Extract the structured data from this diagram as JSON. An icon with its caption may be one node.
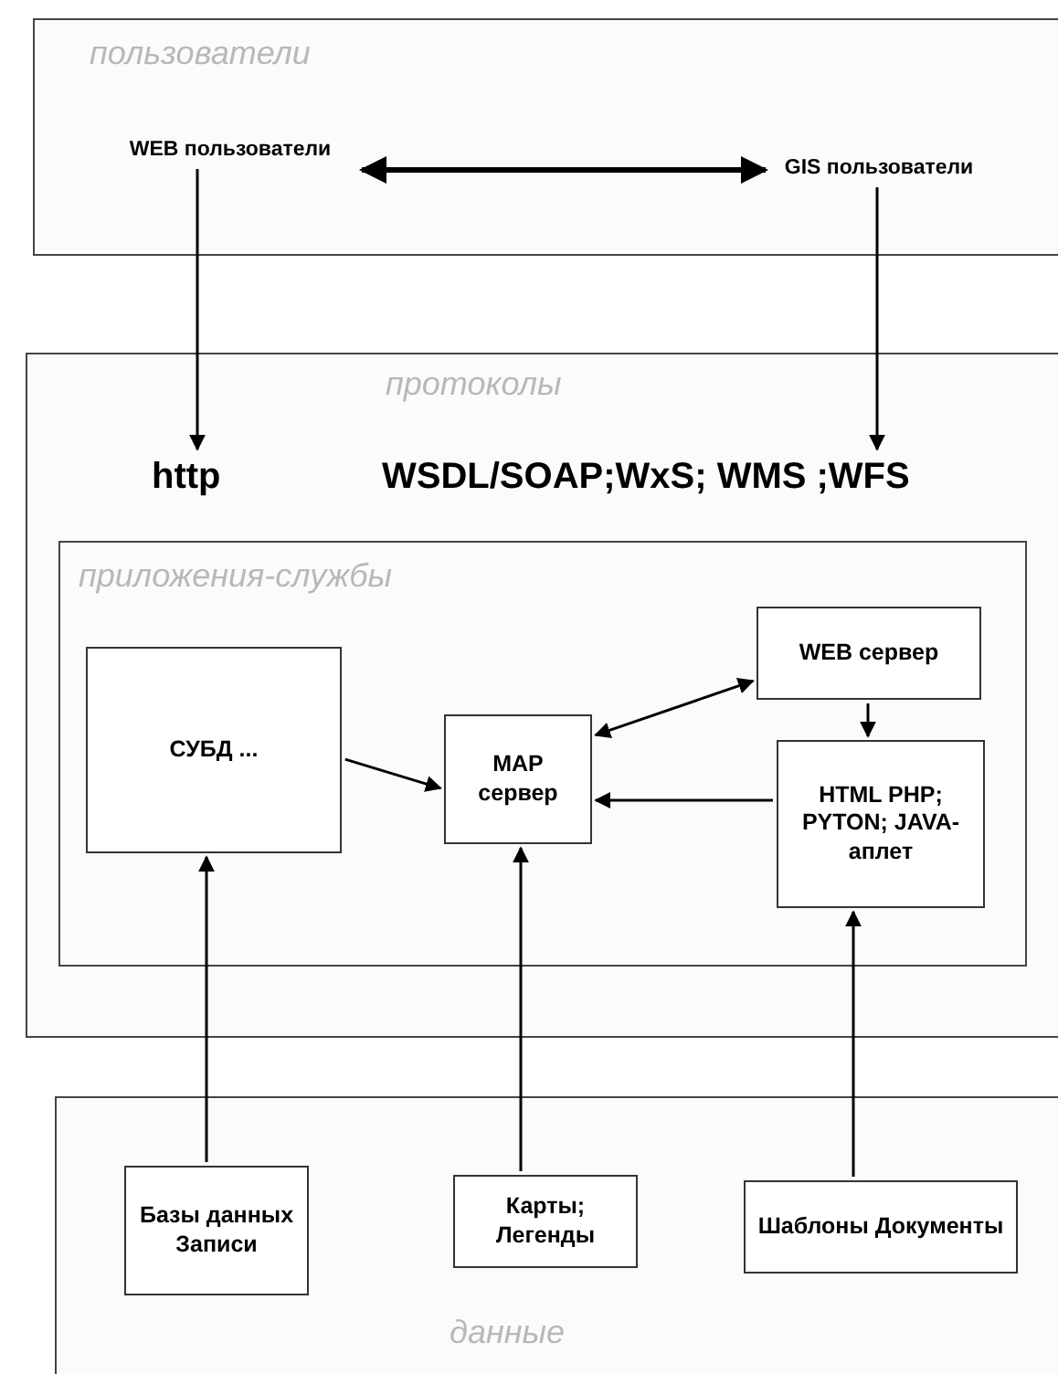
{
  "diagram": {
    "nodes": [
      {
        "text": [
          "пользователи"
        ]
      },
      {
        "text": [
          "WEB пользователи"
        ],
        "in": 0
      },
      {
        "text": [
          "GIS пользователи"
        ],
        "in": 0
      },
      {
        "text": [
          "протоколы"
        ]
      },
      {
        "text": [
          "http"
        ],
        "in": 3
      },
      {
        "text": [
          "WSDL/SOAP;WxS; WMS ;WFS"
        ],
        "in": 3
      },
      {
        "text": [
          "приложения-службы"
        ],
        "in": 3
      },
      {
        "text": [
          "СУБД ..."
        ],
        "in": 6
      },
      {
        "text": [
          "MAP сервер"
        ],
        "in": 6
      },
      {
        "text": [
          "WEB сервер"
        ],
        "in": 6
      },
      {
        "text": [
          "HTML PHP; PYTON; JAVA-аплет"
        ],
        "in": 6
      },
      {
        "text": [
          "данные"
        ]
      },
      {
        "text": [
          "Базы данных Записи"
        ],
        "in": 11
      },
      {
        "text": [
          "Карты; Легенды"
        ],
        "in": 11
      },
      {
        "text": [
          "Шаблоны Документы"
        ],
        "in": 11
      }
    ],
    "edges": [
      {
        "from": 1,
        "to": 2,
        "arrow": "both",
        "style": "thick"
      },
      {
        "from": 1,
        "to": 4,
        "arrow": "to"
      },
      {
        "from": 2,
        "to": 5,
        "arrow": "to"
      },
      {
        "from": 7,
        "to": 8,
        "arrow": "to"
      },
      {
        "from": 8,
        "to": 9,
        "arrow": "both"
      },
      {
        "from": 9,
        "to": 10,
        "arrow": "to"
      },
      {
        "from": 10,
        "to": 8,
        "arrow": "to"
      },
      {
        "from": 12,
        "to": 7,
        "arrow": "to"
      },
      {
        "from": 13,
        "to": 8,
        "arrow": "to"
      },
      {
        "from": 14,
        "to": 10,
        "arrow": "to"
      }
    ]
  }
}
